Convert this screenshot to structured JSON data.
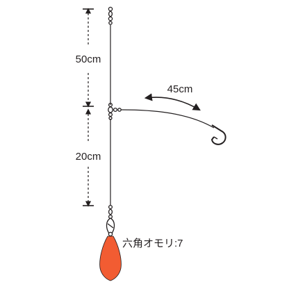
{
  "dimensions": {
    "upper_main_line": "50cm",
    "lower_main_line": "20cm",
    "branch_line": "45cm"
  },
  "sinker": {
    "label": "六角オモリ:7",
    "color": "#f25c32"
  },
  "colors": {
    "line": "#231f20",
    "measure": "#231f20",
    "hook": "#231f20"
  },
  "icons": [
    "swivel-icon",
    "triple-swivel-icon",
    "snap-icon",
    "hook-icon",
    "sinker-icon",
    "curved-arrow-icon"
  ]
}
